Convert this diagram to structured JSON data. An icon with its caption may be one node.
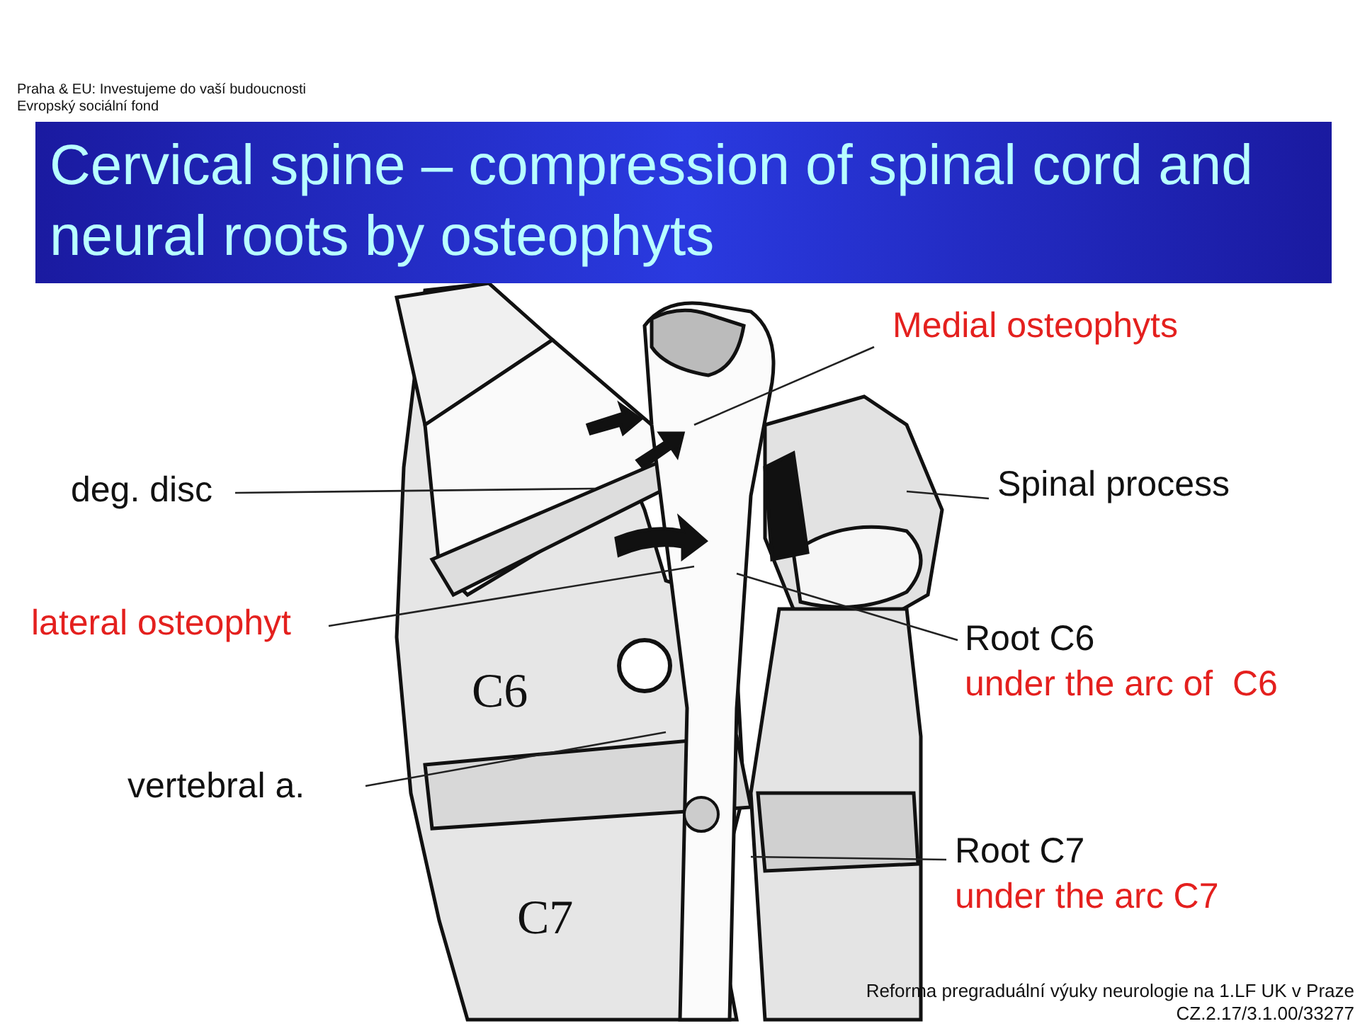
{
  "diagram": {
    "title": "Cervical spine – compression of spinal cord and neural roots by osteophyts",
    "nodes": [
      {
        "text": [
          "Medial osteophyts"
        ]
      },
      {
        "text": [
          "deg. disc"
        ]
      },
      {
        "text": [
          "Spinal process"
        ]
      },
      {
        "text": [
          "lateral osteophyt"
        ]
      },
      {
        "text": [
          "Root C6",
          "under the arc of  C6"
        ]
      },
      {
        "text": [
          "vertebral a."
        ]
      },
      {
        "text": [
          "Root C7",
          "under the arc C7"
        ]
      }
    ],
    "edges": [
      {
        "from": 0,
        "to": null,
        "arrow": "none"
      },
      {
        "from": 1,
        "to": null,
        "arrow": "none"
      },
      {
        "from": 2,
        "to": null,
        "arrow": "none"
      },
      {
        "from": 3,
        "to": null,
        "arrow": "none"
      },
      {
        "from": 4,
        "to": null,
        "arrow": "none"
      },
      {
        "from": 5,
        "to": null,
        "arrow": "none"
      },
      {
        "from": 6,
        "to": null,
        "arrow": "none"
      }
    ],
    "labels": [
      "Praha & EU: Investujeme do vaší budoucnosti",
      "Evropský sociální fond",
      "C6",
      "C7",
      "Reforma pregraduální výuky neurologie na 1.LF UK v Praze",
      "CZ.2.17/3.1.00/33277"
    ]
  }
}
